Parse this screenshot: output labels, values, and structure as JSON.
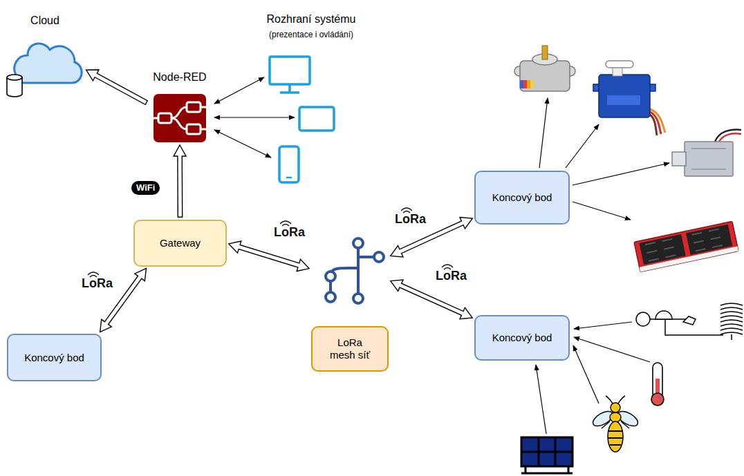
{
  "diagram": {
    "nodes": [
      {
        "text": [
          "Cloud"
        ]
      },
      {
        "text": [
          "Node-RED"
        ]
      },
      {
        "text": [
          "Gateway"
        ]
      },
      {
        "text": [
          "Koncový bod"
        ]
      },
      {
        "text": [
          "LoRa mesh síť"
        ]
      },
      {
        "text": [
          "Koncový bod"
        ]
      },
      {
        "text": [
          "Koncový bod"
        ]
      }
    ],
    "edges": [
      {
        "from": 2,
        "to": 1,
        "arrow": "to"
      },
      {
        "from": 1,
        "to": 0,
        "arrow": "to"
      },
      {
        "from": 3,
        "to": 2,
        "arrow": "both"
      },
      {
        "from": 2,
        "to": 4,
        "arrow": "both"
      },
      {
        "from": 4,
        "to": 5,
        "arrow": "both"
      },
      {
        "from": 4,
        "to": 6,
        "arrow": "both"
      }
    ],
    "labels": [
      "Rozhraní systému",
      "(prezentace i ovládání)",
      "WiFi",
      "LoRa",
      "LoRa",
      "LoRa",
      "LoRa"
    ]
  }
}
